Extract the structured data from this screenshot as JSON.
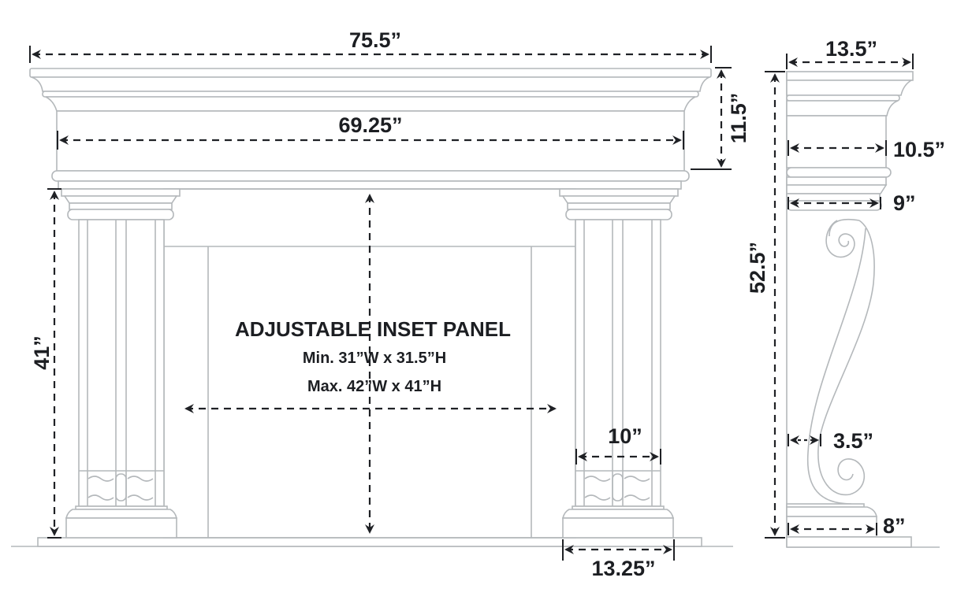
{
  "diagram": {
    "title": "Fireplace mantel dimension drawing",
    "colors": {
      "outline": "#b4b8bb",
      "dimension": "#1f2125",
      "text": "#1c1e22",
      "background": "#ffffff"
    },
    "front_view": {
      "overall_width": "75.5”",
      "frieze_width": "69.25”",
      "shelf_height": "11.5”",
      "leg_height": "41”",
      "column_width": "10”",
      "plinth_width": "13.25”",
      "inset_panel": {
        "title": "ADJUSTABLE INSET PANEL",
        "min": "Min. 31”W x 31.5”H",
        "max": "Max. 42”W x 41”H"
      }
    },
    "side_view": {
      "shelf_depth": "13.5”",
      "frieze_depth": "10.5”",
      "capital_depth": "9”",
      "total_height": "52.5”",
      "scroll_depth": "3.5”",
      "base_depth": "8”"
    }
  }
}
